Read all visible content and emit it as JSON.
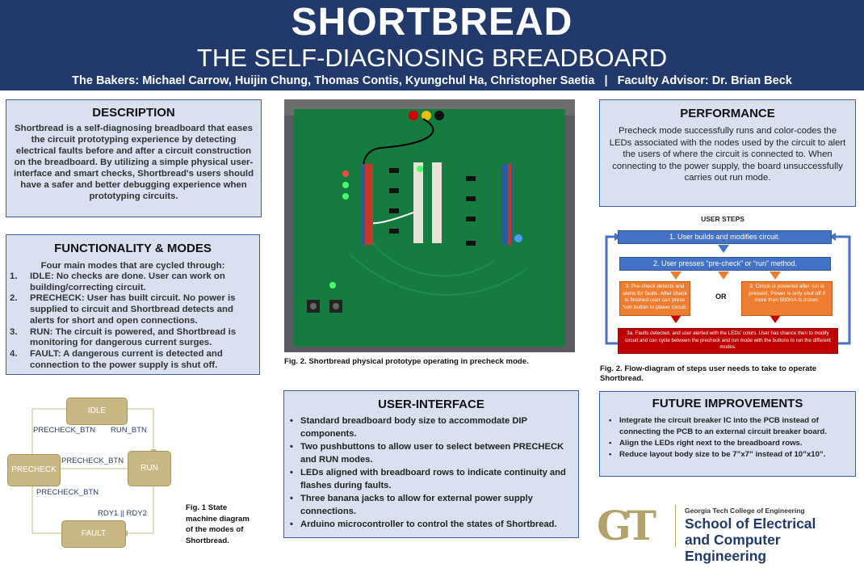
{
  "header": {
    "title": "SHORTBREAD",
    "subtitle": "THE SELF-DIAGNOSING BREADBOARD",
    "bakers": "The Bakers: Michael Carrow, Huijin Chung, Thomas Contis, Kyungchul Ha, Christopher Saetia   |   Faculty Advisor: Dr. Brian Beck"
  },
  "description": {
    "heading": "DESCRIPTION",
    "text": "Shortbread is a self-diagnosing breadboard that eases the circuit prototyping experience by detecting electrical faults before and after a circuit construction on the breadboard. By utilizing a simple physical user-interface and smart checks, Shortbread's users should have a safer and better debugging experience when prototyping circuits."
  },
  "functionality": {
    "heading": "FUNCTIONALITY & MODES",
    "intro": "Four main modes that are cycled through:",
    "modes": [
      {
        "num": "1.",
        "text": "IDLE: No checks are done. User can work on building/correcting circuit."
      },
      {
        "num": "2.",
        "text": "PRECHECK: User has built circuit. No power is supplied to circuit and Shortbread detects and alerts for short and open connections."
      },
      {
        "num": "3.",
        "text": "RUN: The circuit is powered, and Shortbread is monitoring for dangerous current surges."
      },
      {
        "num": "4.",
        "text": "FAULT: A dangerous current is detected and connection to the power supply is shut off."
      }
    ]
  },
  "state_machine": {
    "states": {
      "idle": "IDLE",
      "precheck": "PRECHECK",
      "run": "RUN",
      "fault": "FAULT"
    },
    "transitions": {
      "idle_to_precheck": "PRECHECK_BTN",
      "idle_to_run": "RUN_BTN",
      "run_to_precheck": "PRECHECK_BTN",
      "fault_to_precheck": "PRECHECK_BTN",
      "to_fault": "RDY1 || RDY2"
    },
    "caption": "Fig. 1 State machine diagram of the modes of Shortbread.",
    "color": "#c9b884"
  },
  "photo": {
    "caption": "Fig. 2. Shortbread physical prototype operating in precheck mode."
  },
  "user_interface": {
    "heading": "USER-INTERFACE",
    "items": [
      "Standard breadboard body size to accommodate DIP components.",
      "Two pushbuttons to allow user to select between PRECHECK and RUN modes.",
      "LEDs aligned with breadboard rows to indicate continuity and flashes during faults.",
      "Three banana jacks to allow for external power supply connections.",
      "Arduino microcontroller to control the states of Shortbread."
    ]
  },
  "performance": {
    "heading": "PERFORMANCE",
    "text": "Precheck mode successfully runs and color-codes the LEDs associated with the nodes used by the circuit to alert the users of where the circuit is connected to. When connecting to the power supply, the board unsuccessfully carries out run mode."
  },
  "user_steps": {
    "title": "USER STEPS",
    "step1": "1. User builds and modifies circuit.",
    "step2": "2. User presses “pre-check” or “run” method.",
    "step3_left": "3. Pre-check detects and alerts for faults. After check is finished user can press “run button to power circuit.",
    "or": "OR",
    "step3_right": "3. Circuit is powered after run is pressed. Power is only shut off if more than 500mA is drawn.",
    "step3a": "3a. Faults detected, and user alerted with the LEDs’ colors. User has chance then to modify circuit and can cycle between the precheck and run mode with the buttons to run the different modes.",
    "caption": "Fig. 2. Flow-diagram of steps user needs to take to operate Shortbread.",
    "colors": {
      "blue": "#4472c4",
      "orange": "#ed7d31",
      "red": "#c00000"
    }
  },
  "future": {
    "heading": "FUTURE IMPROVEMENTS",
    "items": [
      "Integrate the circuit breaker IC into the PCB instead of connecting the PCB to an external circuit breaker board.",
      "Align the LEDs right next to the breadboard rows.",
      "Reduce layout body size to be 7”x7” instead of 10”x10”."
    ]
  },
  "logo": {
    "mark": "GT",
    "line1": "Georgia Tech College of Engineering",
    "line2": "School of Electrical",
    "line3": "and Computer Engineering"
  },
  "colors": {
    "header_bg": "#213a6b",
    "box_bg": "#d9e1f1",
    "box_border": "#3a5fa8",
    "gt_gold": "#b3a369"
  }
}
